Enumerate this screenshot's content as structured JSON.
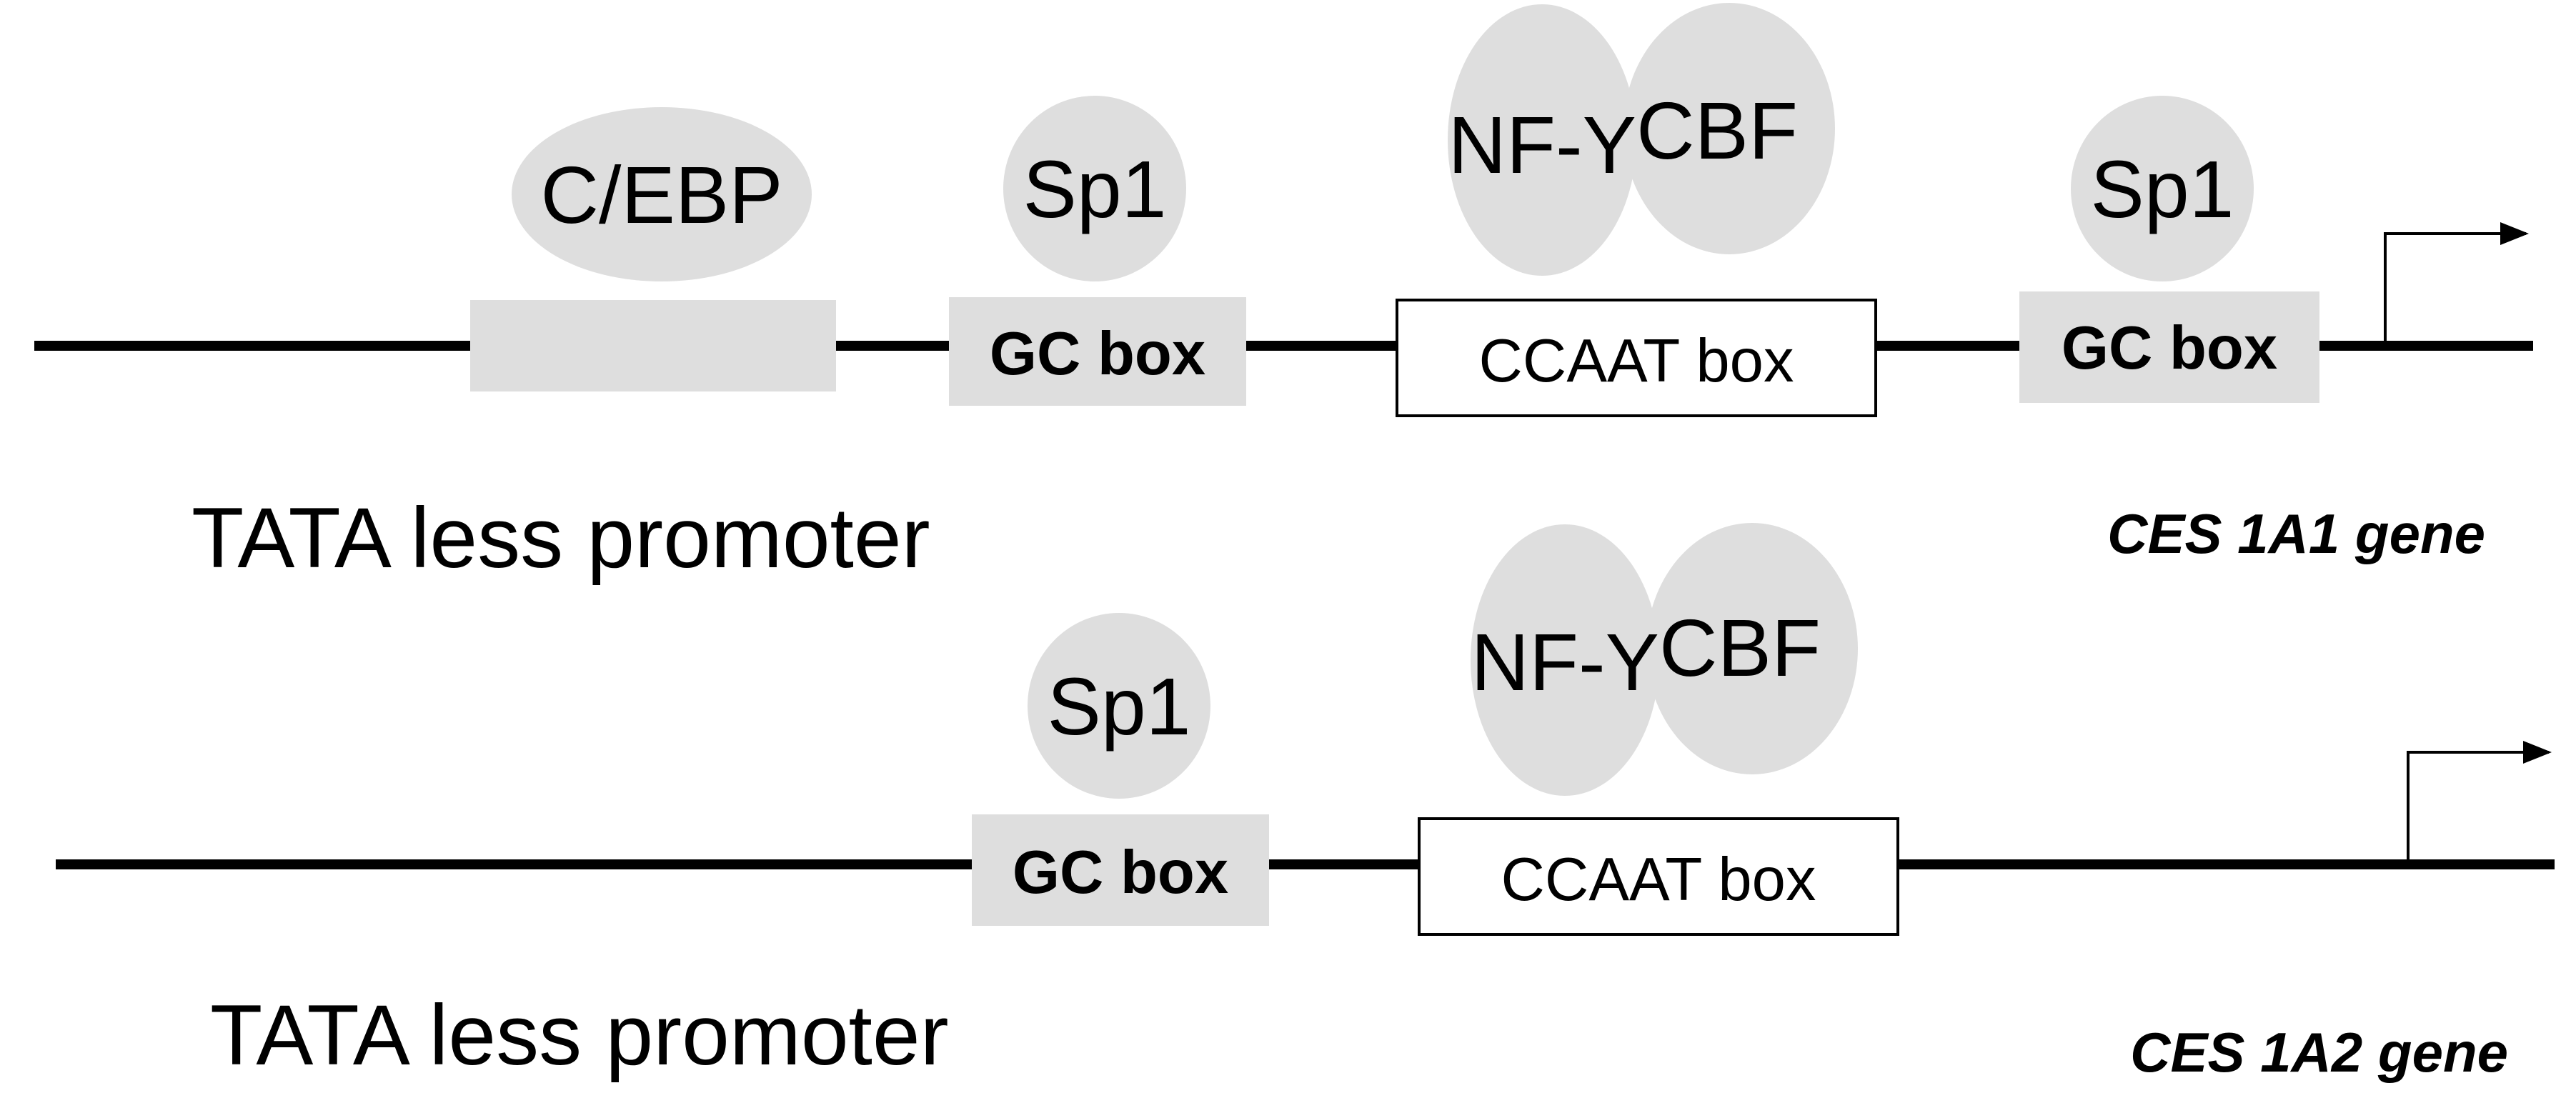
{
  "diagram": {
    "colors": {
      "factor_fill": "#dedede",
      "line": "#000000",
      "ccaat_fill": "#ffffff"
    },
    "top": {
      "factors": {
        "cebp": "C/EBP",
        "sp1_a": "Sp1",
        "nfy": "NF-Y",
        "cbf": "CBF",
        "sp1_b": "Sp1"
      },
      "boxes": {
        "gc_a": "GC box",
        "ccaat": "CCAAT box",
        "gc_b": "GC box"
      },
      "promoter": "TATA less promoter",
      "gene": "CES 1A1 gene"
    },
    "bottom": {
      "factors": {
        "sp1": "Sp1",
        "nfy": "NF-Y",
        "cbf": "CBF"
      },
      "boxes": {
        "gc": "GC box",
        "ccaat": "CCAAT box"
      },
      "promoter": "TATA less promoter",
      "gene": "CES 1A2 gene"
    }
  }
}
